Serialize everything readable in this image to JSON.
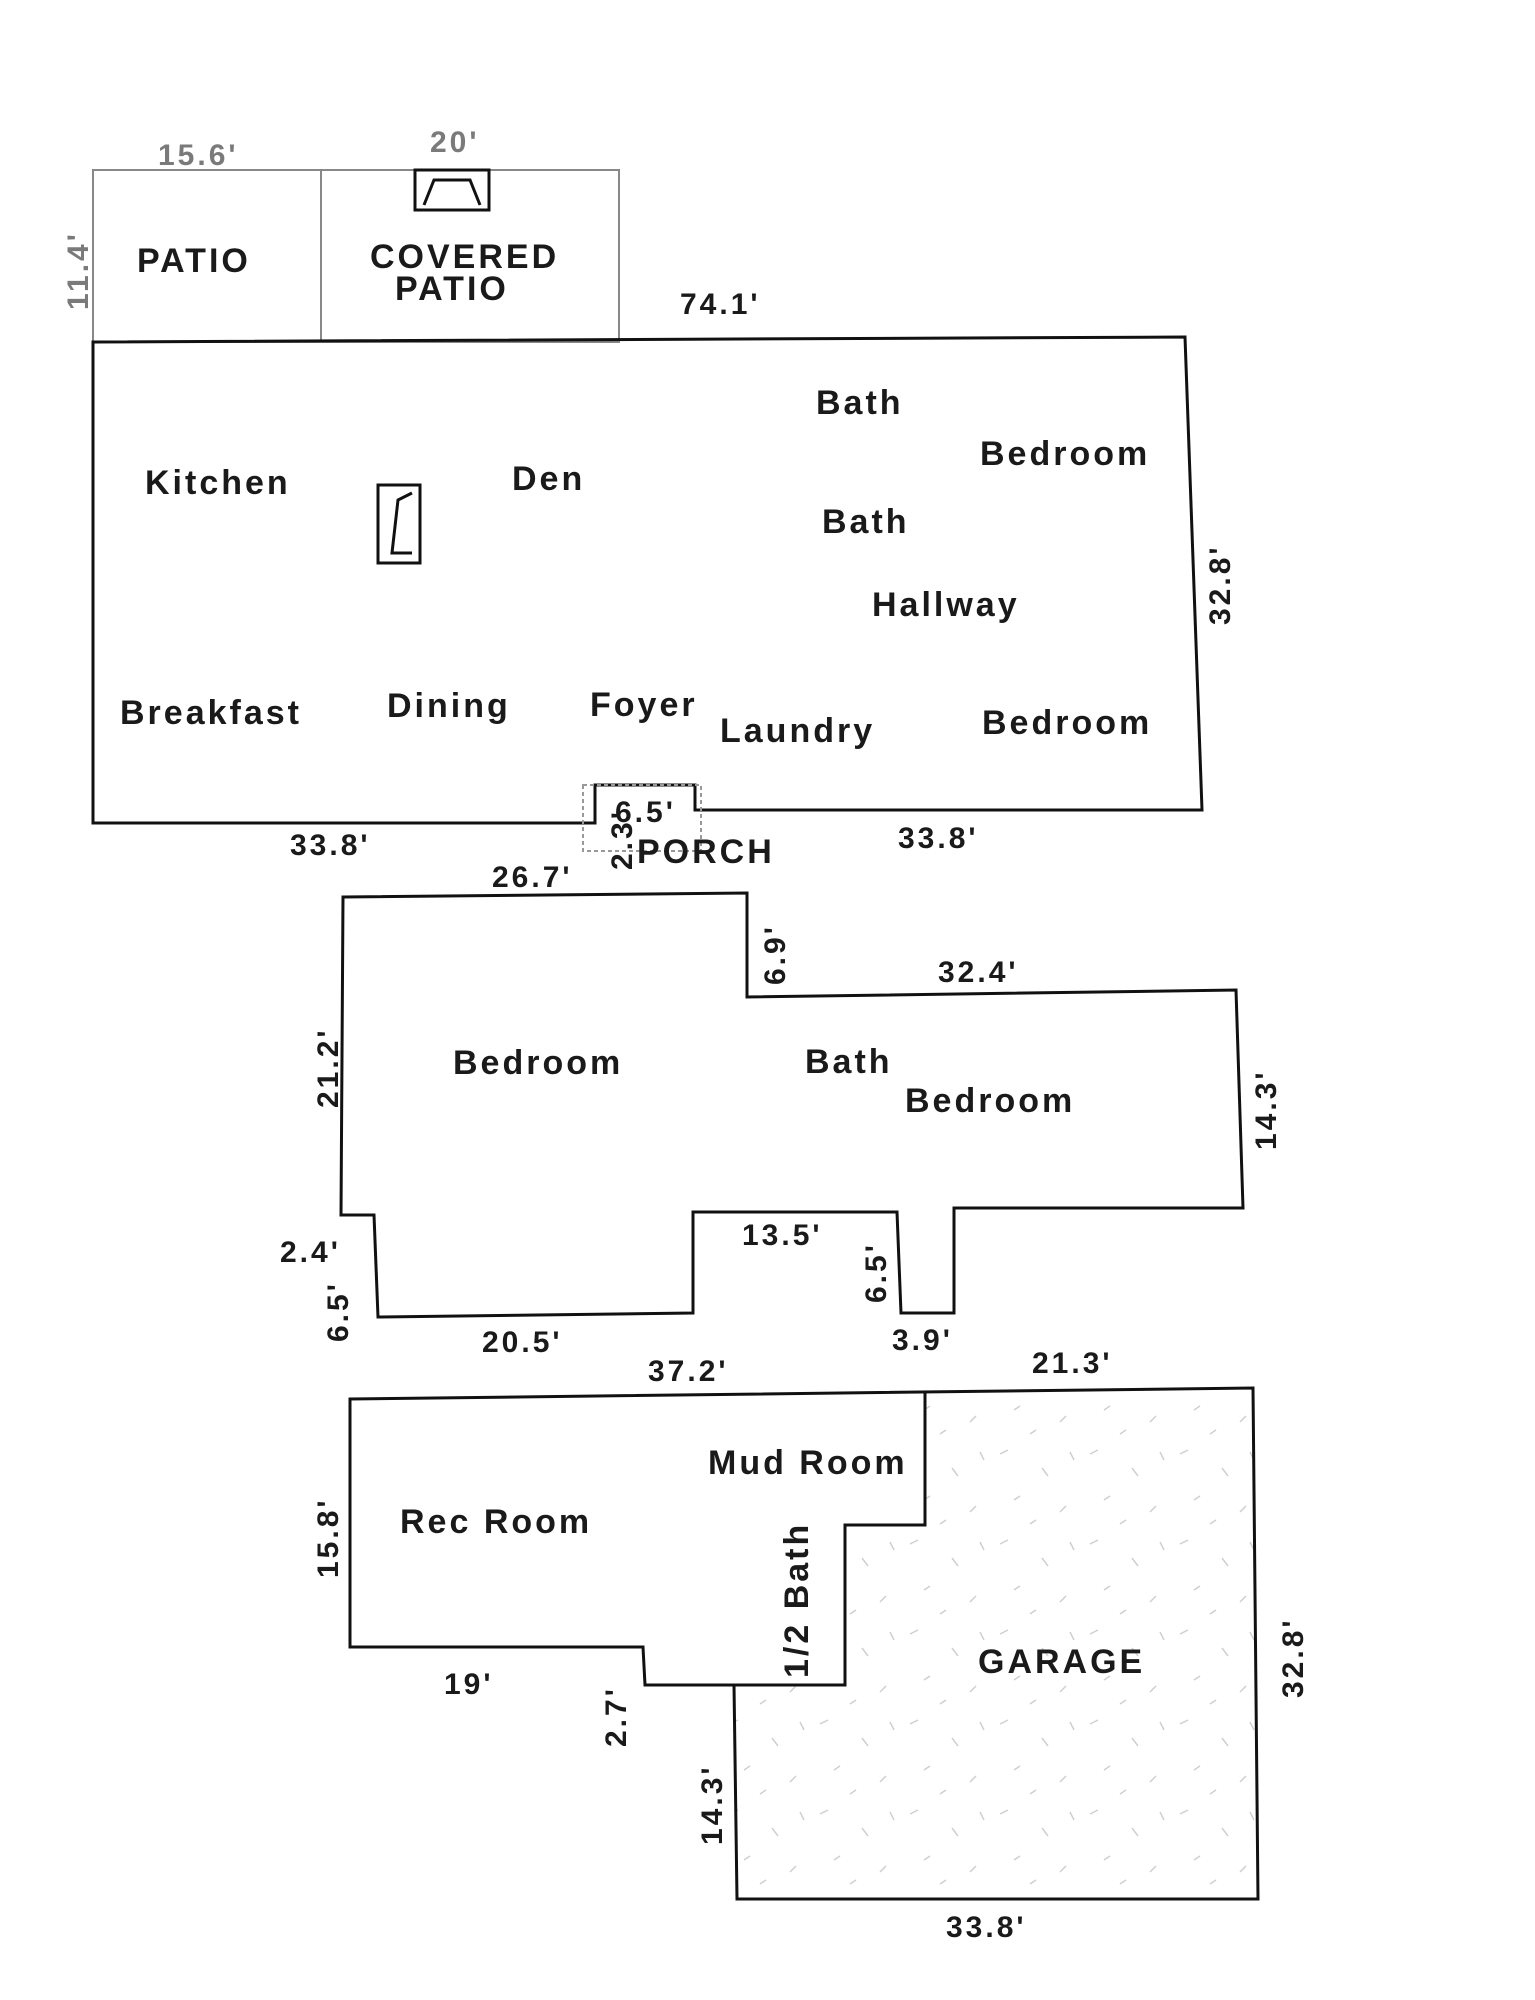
{
  "colors": {
    "ink": "#111111",
    "faint": "#888888",
    "hatch": "#b8b8b8",
    "speckle": "#cfcfcf"
  },
  "icons": {
    "fireplace_patio": "fireplace-icon",
    "fireplace_den": "fireplace-icon"
  },
  "main_level": {
    "rooms": {
      "patio": "PATIO",
      "covered_patio_1": "COVERED",
      "covered_patio_2": "PATIO",
      "kitchen": "Kitchen",
      "den": "Den",
      "bath_top": "Bath",
      "bedroom_top": "Bedroom",
      "bath_mid": "Bath",
      "hallway": "Hallway",
      "breakfast": "Breakfast",
      "dining": "Dining",
      "foyer": "Foyer",
      "laundry": "Laundry",
      "bedroom_bottom": "Bedroom",
      "porch": "PORCH"
    },
    "dims": {
      "patio_width": "15.6'",
      "patio_depth": "11.4'",
      "covered_width": "20'",
      "top_width": "74.1'",
      "right_depth": "32.8'",
      "bottom_left": "33.8'",
      "bottom_right": "33.8'",
      "porch_width": "6.5'",
      "porch_depth": "2.3'"
    }
  },
  "upper_level": {
    "rooms": {
      "bedroom_left": "Bedroom",
      "bath": "Bath",
      "bedroom_right": "Bedroom"
    },
    "dims": {
      "top_left": "26.7'",
      "step": "6.9'",
      "top_right": "32.4'",
      "left_depth": "21.2'",
      "right_depth": "14.3'",
      "notch_left": "2.4'",
      "notch_left_depth": "6.5'",
      "bottom_left": "20.5'",
      "mid": "13.5'",
      "notch_right_depth": "6.5'",
      "notch_right_width": "3.9'"
    }
  },
  "lower_level": {
    "rooms": {
      "rec_room": "Rec Room",
      "mud_room": "Mud Room",
      "half_bath": "1/2 Bath",
      "garage": "GARAGE"
    },
    "dims": {
      "top_left": "37.2'",
      "top_right": "21.3'",
      "left_depth": "15.8'",
      "bottom_left": "19'",
      "step": "2.7'",
      "garage_left_depth": "14.3'",
      "garage_right_depth": "32.8'",
      "garage_bottom": "33.8'"
    }
  }
}
